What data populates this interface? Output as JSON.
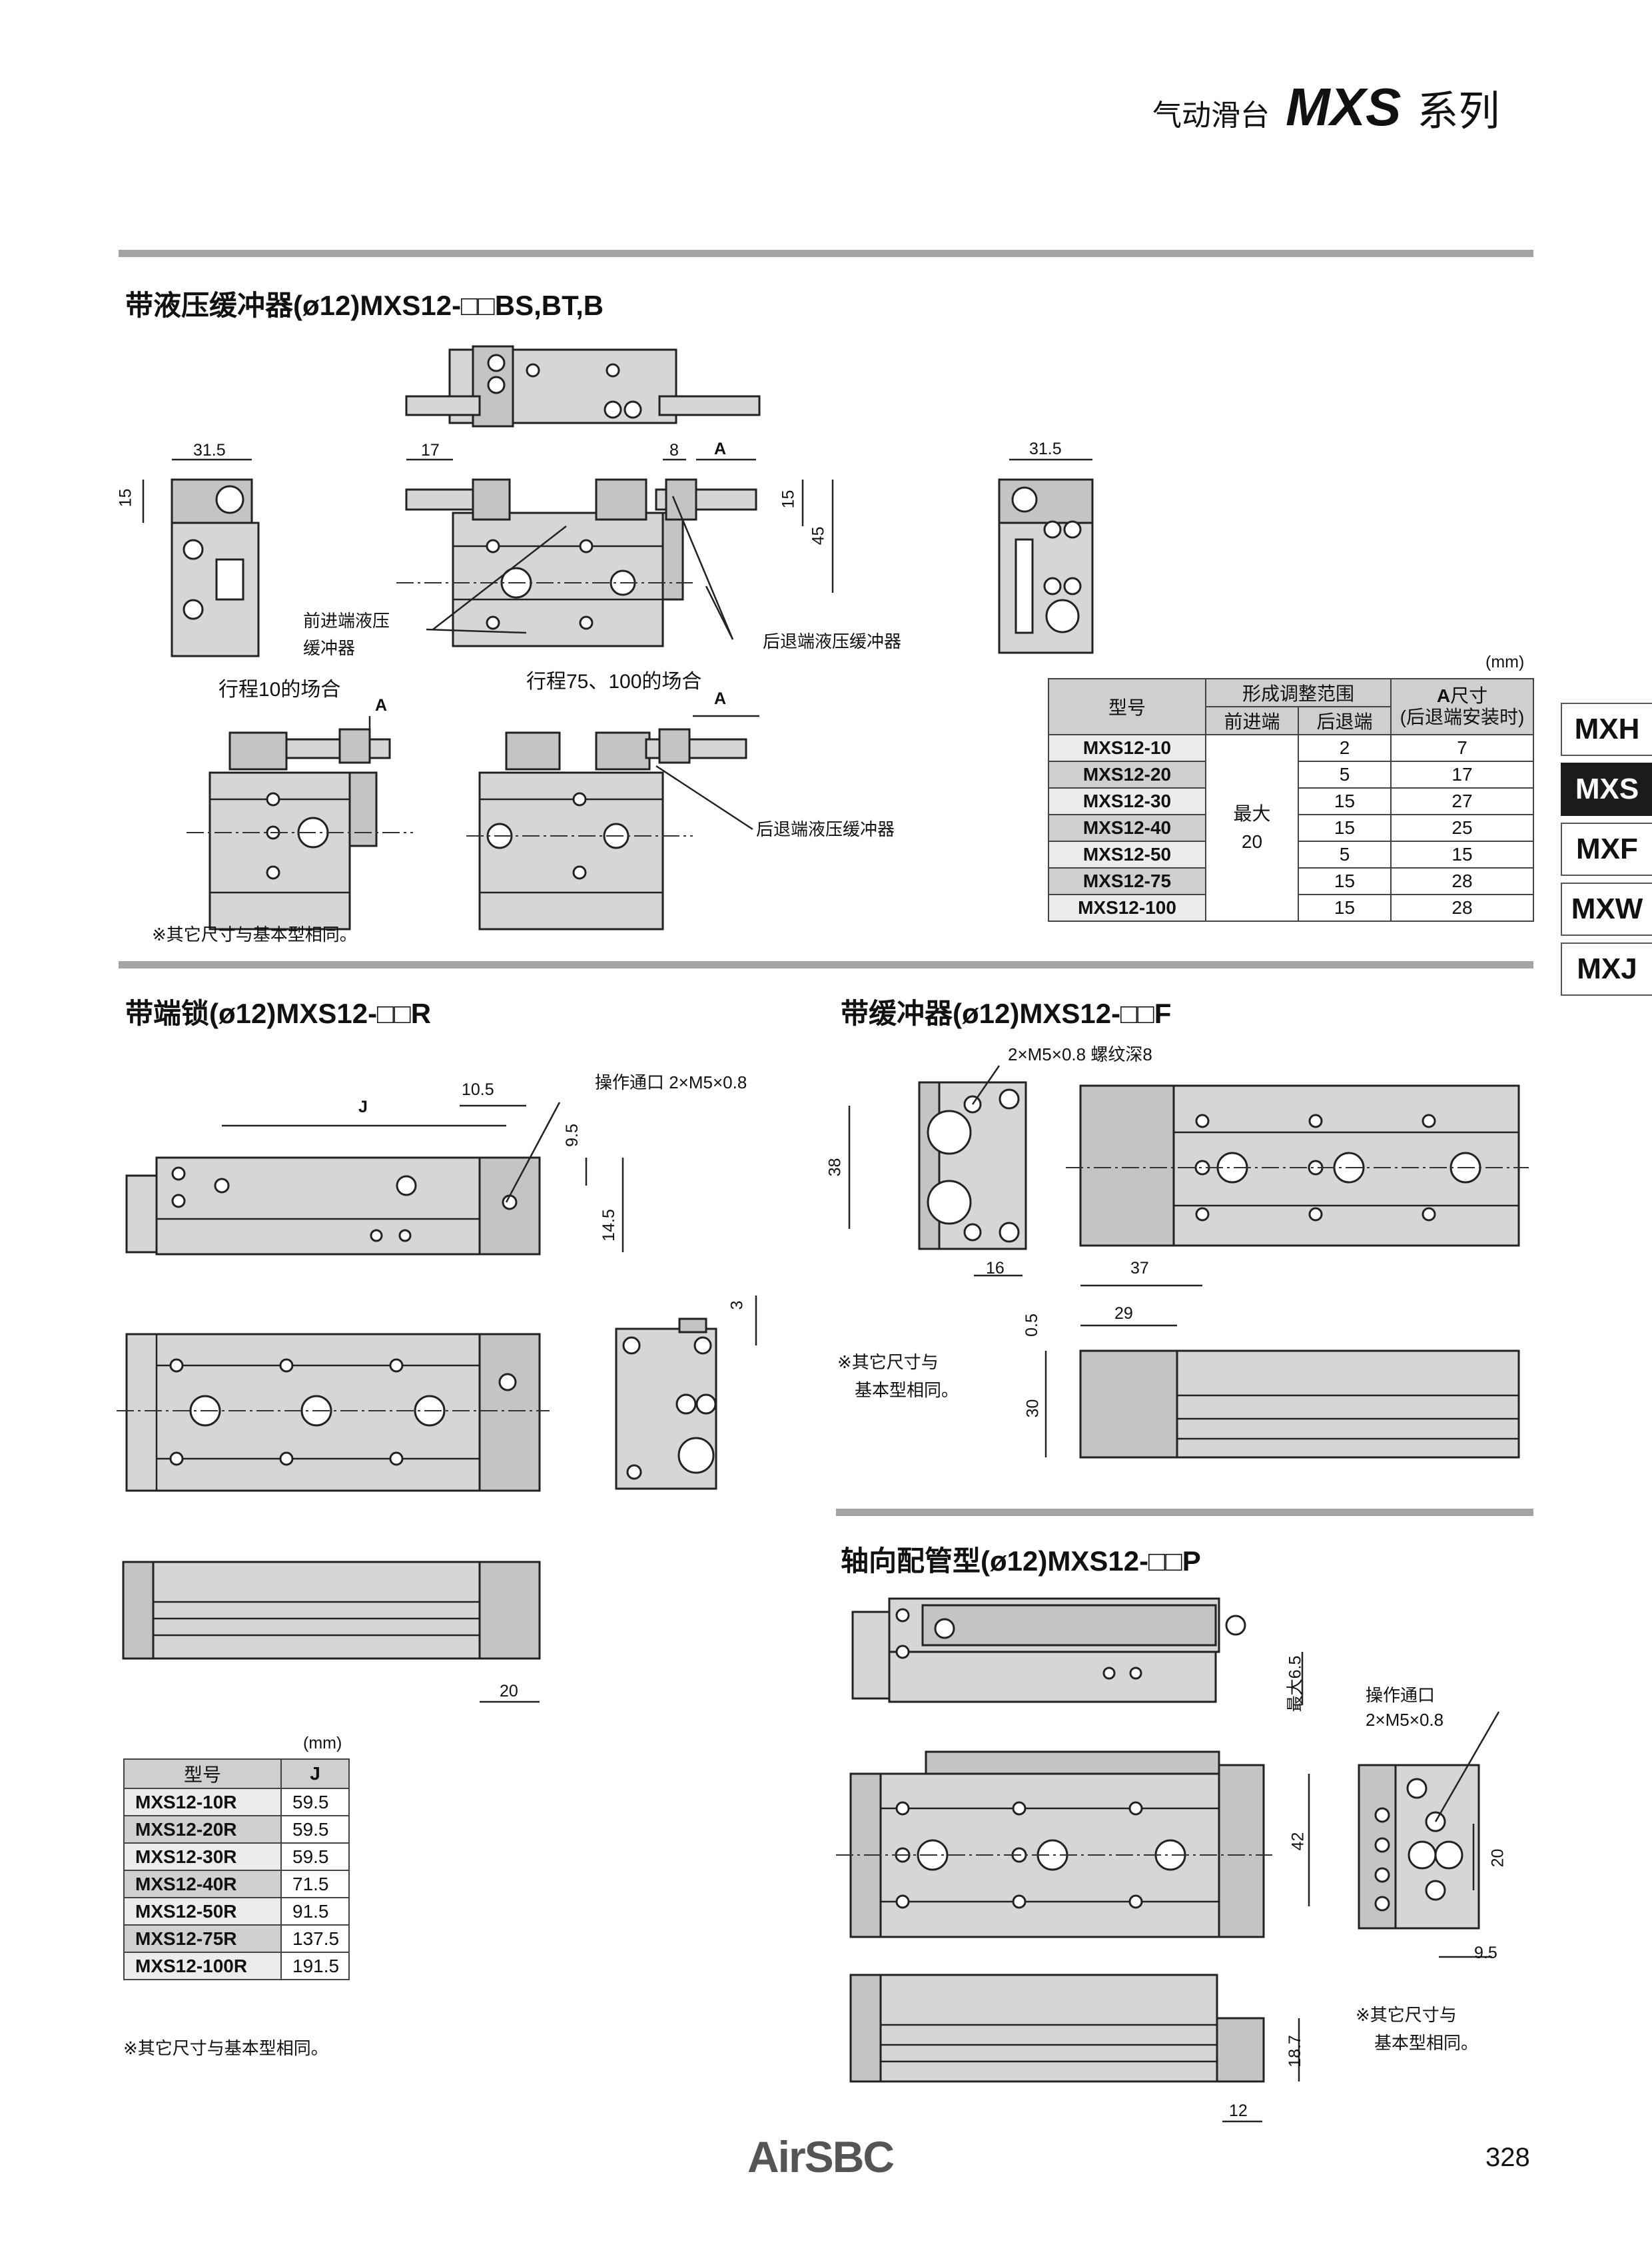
{
  "header": {
    "product_cn": "气动滑台",
    "series_code": "MXS",
    "series_cn": "系列"
  },
  "side_tabs": [
    {
      "label": "MXH",
      "active": false
    },
    {
      "label": "MXS",
      "active": true
    },
    {
      "label": "MXF",
      "active": false
    },
    {
      "label": "MXW",
      "active": false
    },
    {
      "label": "MXJ",
      "active": false
    }
  ],
  "section1": {
    "title": "带液压缓冲器(ø12)MXS12-□□BS,BT,B",
    "dims": {
      "d31_5_left": "31.5",
      "d15_left": "15",
      "d17": "17",
      "d8": "8",
      "dA_top": "A",
      "d15_mid": "15",
      "d45": "45",
      "d31_5_right": "31.5",
      "dA_stroke10": "A",
      "dA_stroke75": "A"
    },
    "labels": {
      "front_absorber_1": "前进端液压",
      "front_absorber_2": "缓冲器",
      "rear_absorber_top": "后退端液压缓冲器",
      "stroke10": "行程10的场合",
      "stroke75": "行程75、100的场合",
      "rear_absorber_bottom": "后退端液压缓冲器"
    },
    "note": "※其它尺寸与基本型相同。",
    "table": {
      "unit": "(mm)",
      "header_model": "型号",
      "header_range": "形成调整范围",
      "header_front": "前进端",
      "header_rear": "后退端",
      "header_a_bold": "A",
      "header_a_rest": "尺寸",
      "header_a_sub": "(后退端安装时)",
      "front_value_1": "最大",
      "front_value_2": "20",
      "rows": [
        {
          "model": "MXS12-10",
          "rear": "2",
          "a": "7"
        },
        {
          "model": "MXS12-20",
          "rear": "5",
          "a": "17"
        },
        {
          "model": "MXS12-30",
          "rear": "15",
          "a": "27"
        },
        {
          "model": "MXS12-40",
          "rear": "15",
          "a": "25"
        },
        {
          "model": "MXS12-50",
          "rear": "5",
          "a": "15"
        },
        {
          "model": "MXS12-75",
          "rear": "15",
          "a": "28"
        },
        {
          "model": "MXS12-100",
          "rear": "15",
          "a": "28"
        }
      ]
    }
  },
  "section2": {
    "title": "带端锁(ø12)MXS12-□□R",
    "dims": {
      "dJ": "J",
      "d10_5": "10.5",
      "d9_5": "9.5",
      "d14_5": "14.5",
      "d3": "3",
      "d20": "20"
    },
    "labels": {
      "port": "操作通口 2×M5×0.8"
    },
    "table": {
      "unit": "(mm)",
      "header_model": "型号",
      "header_j": "J",
      "rows": [
        {
          "model": "MXS12-10R",
          "j": "59.5"
        },
        {
          "model": "MXS12-20R",
          "j": "59.5"
        },
        {
          "model": "MXS12-30R",
          "j": "59.5"
        },
        {
          "model": "MXS12-40R",
          "j": "71.5"
        },
        {
          "model": "MXS12-50R",
          "j": "91.5"
        },
        {
          "model": "MXS12-75R",
          "j": "137.5"
        },
        {
          "model": "MXS12-100R",
          "j": "191.5"
        }
      ]
    },
    "note": "※其它尺寸与基本型相同。"
  },
  "section3": {
    "title": "带缓冲器(ø12)MXS12-□□F",
    "labels": {
      "thread": "2×M5×0.8 螺纹深8"
    },
    "dims": {
      "d38": "38",
      "d16": "16",
      "d37": "37",
      "d29": "29",
      "d0_5": "0.5",
      "d30": "30"
    },
    "note_1": "※其它尺寸与",
    "note_2": "基本型相同。"
  },
  "section4": {
    "title": "轴向配管型(ø12)MXS12-□□P",
    "labels": {
      "port_1": "操作通口",
      "port_2": "2×M5×0.8"
    },
    "dims": {
      "d_max6_5": "最大6.5",
      "d42": "42",
      "d20": "20",
      "d9_5": "9.5",
      "d18_7": "18.7",
      "d12": "12"
    },
    "note_1": "※其它尺寸与",
    "note_2": "基本型相同。"
  },
  "footer": {
    "brand": "AirSBC",
    "page": "328"
  }
}
